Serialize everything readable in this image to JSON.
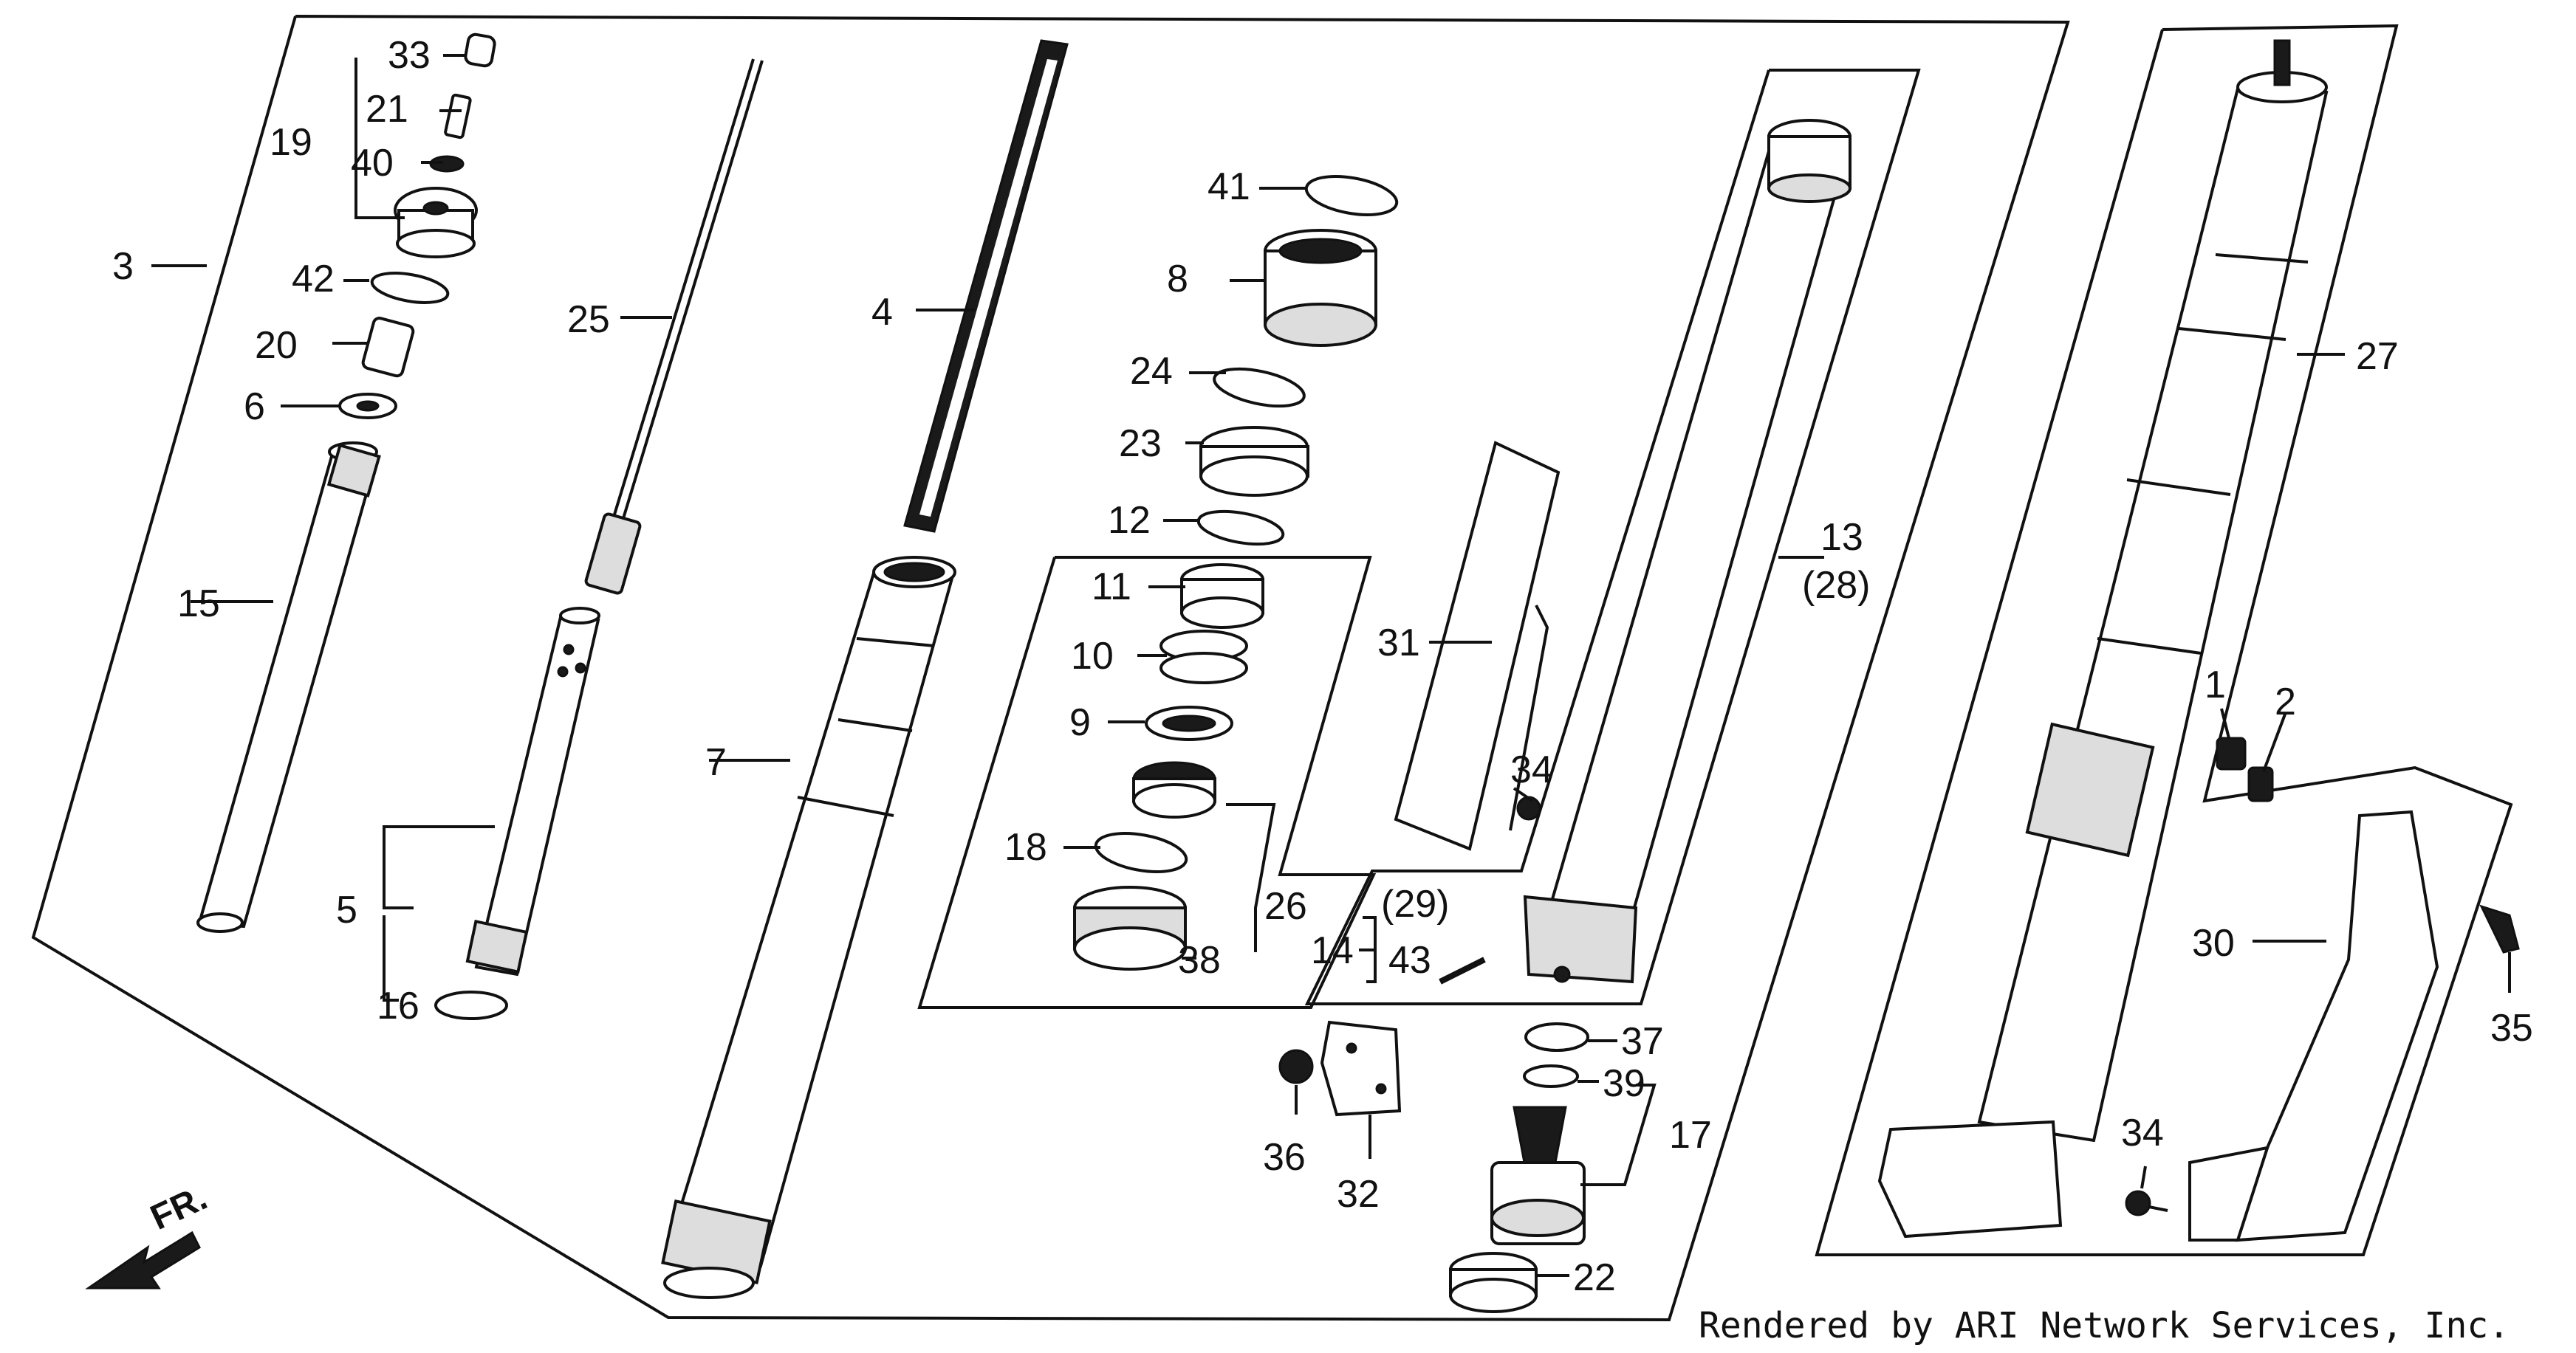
{
  "callouts": {
    "c1": "1",
    "c2": "2",
    "c3": "3",
    "c4": "4",
    "c5": "5",
    "c6": "6",
    "c7": "7",
    "c8": "8",
    "c9": "9",
    "c10": "10",
    "c11": "11",
    "c12": "12",
    "c13": "13",
    "c13b": "(28)",
    "c14": "14",
    "c15": "15",
    "c16": "16",
    "c17": "17",
    "c18": "18",
    "c19": "19",
    "c20": "20",
    "c21": "21",
    "c22": "22",
    "c23": "23",
    "c24": "24",
    "c25": "25",
    "c26": "26",
    "c27": "27",
    "c29": "(29)",
    "c30": "30",
    "c31": "31",
    "c32": "32",
    "c33": "33",
    "c34a": "34",
    "c34b": "34",
    "c35": "35",
    "c36": "36",
    "c37": "37",
    "c38": "38",
    "c39": "39",
    "c40": "40",
    "c41": "41",
    "c42": "42",
    "c43": "43"
  },
  "direction_label": "FR.",
  "credit": "Rendered by ARI Network Services, Inc."
}
